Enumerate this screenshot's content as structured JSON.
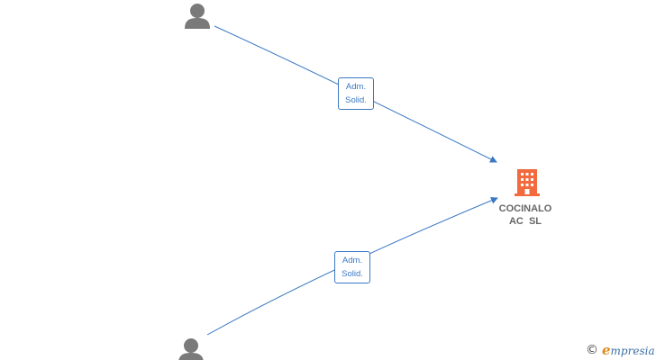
{
  "company": {
    "name_line1": "COCINALO",
    "name_line2": "AC  SL",
    "icon": "building-icon",
    "icon_color": "#f26a3d"
  },
  "people": [
    {
      "icon": "person-icon"
    },
    {
      "icon": "person-icon"
    }
  ],
  "relations": [
    {
      "line1": "Adm.",
      "line2": "Solid."
    },
    {
      "line1": "Adm.",
      "line2": "Solid."
    }
  ],
  "colors": {
    "link": "#3b78c4",
    "person": "#7a7a7a",
    "label_text": "#666666"
  },
  "watermark": {
    "copyright": "©",
    "brand_first": "e",
    "brand_rest": "mpresia"
  }
}
